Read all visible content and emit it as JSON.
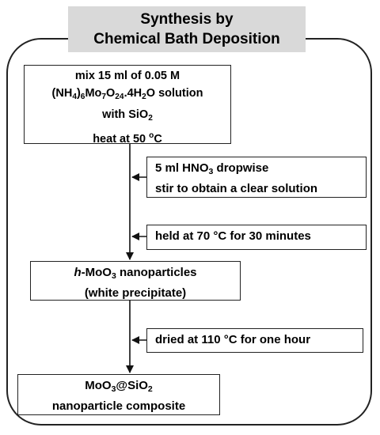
{
  "title": {
    "line1": "Synthesis by",
    "line2": "Chemical Bath Deposition"
  },
  "step1": {
    "line1": "mix 15 ml of 0.05 M",
    "formula": {
      "p1": "(NH",
      "s1": "4",
      "p2": ")",
      "s2": "6",
      "p3": "Mo",
      "s3": "7",
      "p4": "O",
      "s4": "24",
      "p5": ".4H",
      "s5": "2",
      "p6": "O solution"
    },
    "line3a": "with ",
    "line3b": "SiO",
    "line3sub": "2",
    "line4a": "heat at 50 ",
    "line4sup": "o",
    "line4b": "C"
  },
  "side1": {
    "line1a": "5 ml HNO",
    "line1sub": "3",
    "line1b": " dropwise",
    "line2": "stir to obtain a clear solution"
  },
  "side2": {
    "text": "held at 70 °C for 30 minutes"
  },
  "step2": {
    "prefix": "h",
    "line1a": "-MoO",
    "line1sub": "3",
    "line1b": " nanoparticles",
    "line2": "(white precipitate)"
  },
  "side3": {
    "text": "dried at 110 °C for one hour"
  },
  "step3": {
    "line1a": "MoO",
    "line1sub": "3",
    "line1b": "@",
    "line1c": "SiO",
    "line1sub2": "2",
    "line2": "nanoparticle composite"
  }
}
